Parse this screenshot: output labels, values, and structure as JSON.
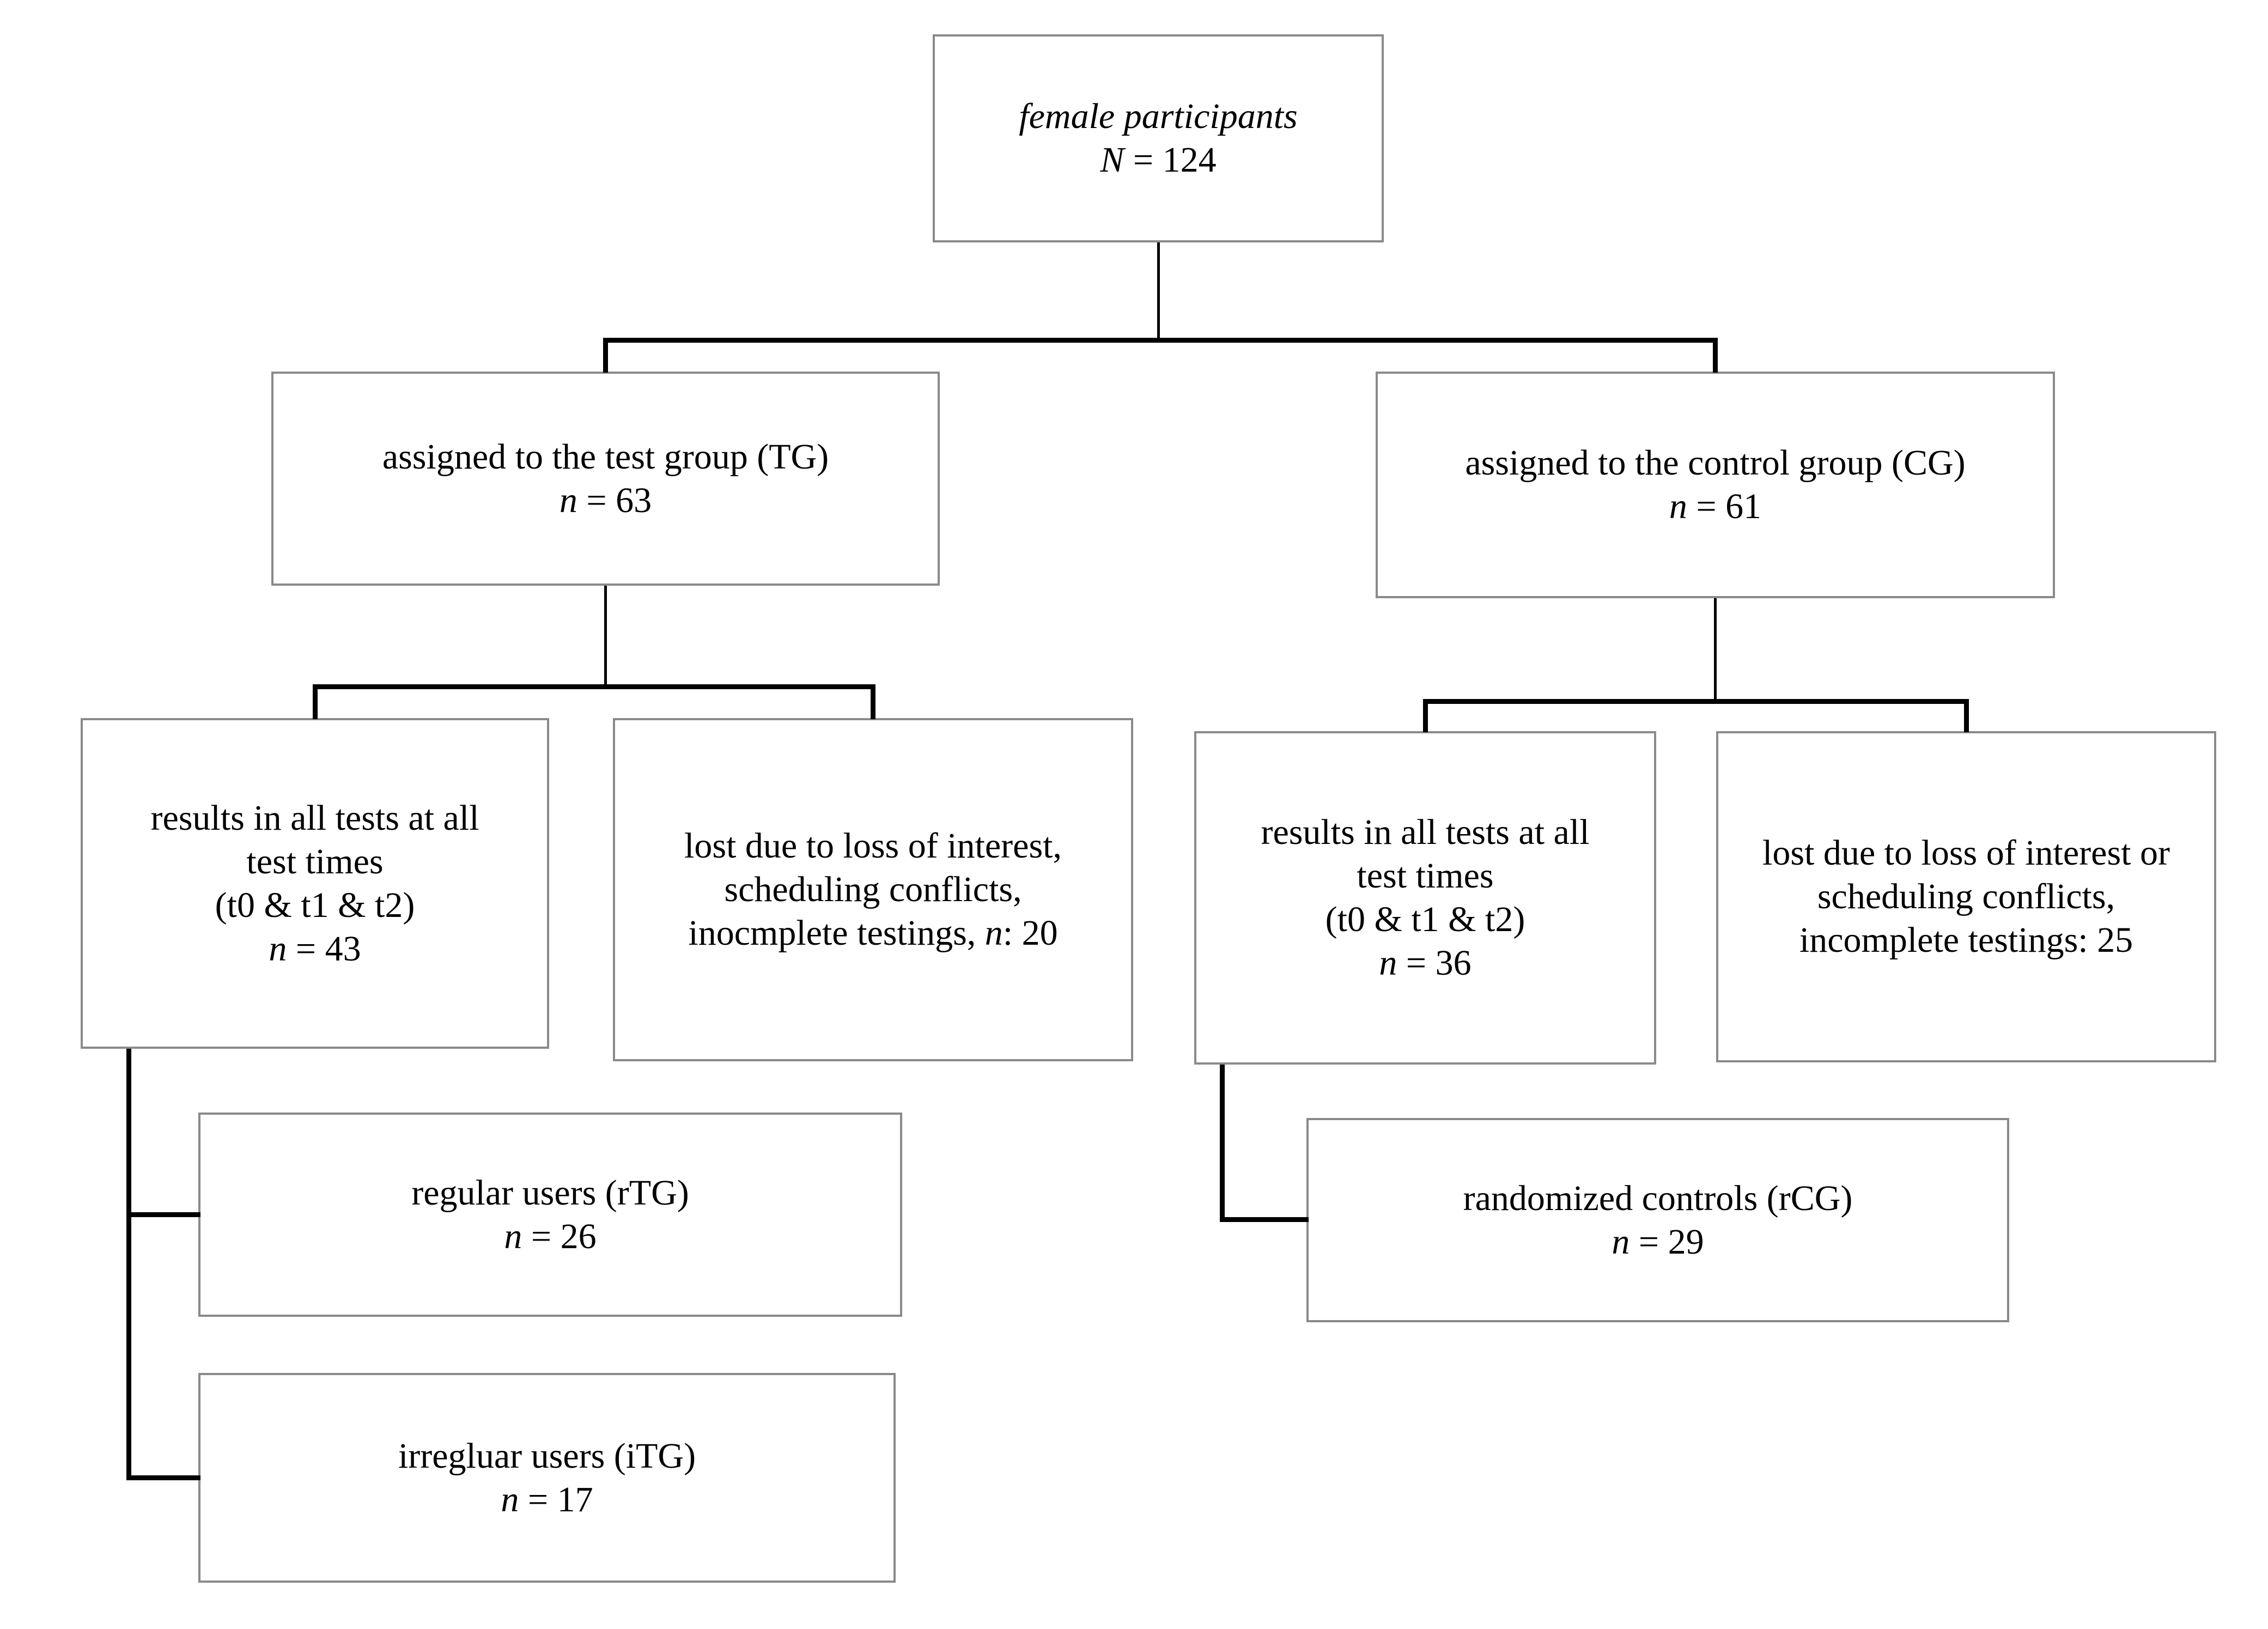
{
  "figure": {
    "type": "flow-diagram",
    "background_color": "#ffffff",
    "box_border_color": "#8a8a8a",
    "connector_color": "#000000",
    "text_color": "#000000"
  },
  "boxes": {
    "total": {
      "line1": "female participants",
      "count_var": "N",
      "count_rest": " = 124"
    },
    "tg": {
      "line1": "assigned to the test group (TG)",
      "count_var": "n",
      "count_rest": " = 63"
    },
    "cg": {
      "line1": "assigned to the control group (CG)",
      "count_var": "n",
      "count_rest": " = 61"
    },
    "tg_results": {
      "line1": "results in all tests at all",
      "line2": "test times",
      "line3": "(t0 & t1 & t2)",
      "count_var": "n",
      "count_rest": " = 43"
    },
    "tg_lost": {
      "line1": "lost due to loss of interest,",
      "line2": "scheduling conflicts,",
      "line3_pre": "inocmplete testings, ",
      "count_var": "n",
      "count_rest": ": 20"
    },
    "cg_results": {
      "line1": "results in all tests at all",
      "line2": "test times",
      "line3": "(t0 & t1 & t2)",
      "count_var": "n",
      "count_rest": " = 36"
    },
    "cg_lost": {
      "line1": "lost due to loss of interest or",
      "line2": "scheduling conflicts,",
      "line3": "incomplete testings: 25"
    },
    "rtg": {
      "line1": "regular users (rTG)",
      "count_var": "n",
      "count_rest": " = 26"
    },
    "itg": {
      "line1": "irregluar users (iTG)",
      "count_var": "n",
      "count_rest": " = 17"
    },
    "rcg": {
      "line1": "randomized controls (rCG)",
      "count_var": "n",
      "count_rest": " = 29"
    }
  }
}
